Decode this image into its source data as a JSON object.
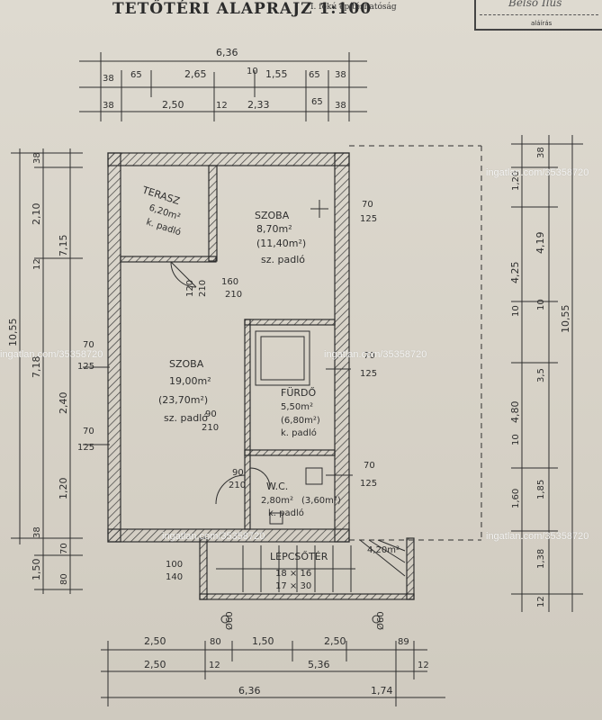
{
  "header": {
    "title": "TETŐTÉRI ALAPRAJZ 1:100",
    "authority": "I. fokú építéshatóság",
    "stamp_label": "aláírás",
    "signature": "Belső Ilus"
  },
  "watermark": "ingatlan.com/35358720",
  "rooms": {
    "terasz": {
      "name": "TERASZ",
      "area": "6,20m²",
      "floor": "k. padló"
    },
    "szoba_small": {
      "name": "SZOBA",
      "area": "8,70m²",
      "area2": "(11,40m²)",
      "floor": "sz. padló"
    },
    "szoba_large": {
      "name": "SZOBA",
      "area": "19,00m²",
      "area2": "(23,70m²)",
      "floor": "sz. padló"
    },
    "furdo": {
      "name": "FÜRDŐ",
      "area": "5,50m²",
      "area2": "(6,80m²)",
      "floor": "k. padló"
    },
    "wc": {
      "name": "W.C.",
      "area": "2,80m²",
      "area2": "(3,60m²)",
      "floor": "k. padló"
    },
    "lepcso": {
      "name": "LÉPCSŐTÉR",
      "steps1": "18 × 16",
      "steps2": "17 × 30",
      "area": "4,20m²"
    }
  },
  "dims": {
    "top_total": "6,36",
    "top_row1": [
      "38",
      "65",
      "2,65",
      "10",
      "1,55",
      "65",
      "38"
    ],
    "top_row2": [
      "38",
      "2,50",
      "12",
      "2,33",
      "65",
      "38"
    ],
    "left_total": "10,55",
    "left_a": [
      "38",
      "2,10",
      "12",
      "7,15"
    ],
    "left_b": [
      "7,18",
      "2,40",
      "1,20",
      "38"
    ],
    "left_c": [
      "1,50",
      "80",
      "70"
    ],
    "right_col1": [
      "38",
      "1,20",
      "4,19",
      "10",
      "3,5",
      "1,85",
      "1,60",
      "1,38",
      "12"
    ],
    "right_col2": [
      "4,25",
      "10",
      "4,80",
      "10"
    ],
    "right_total": "10,55",
    "bottom_row1": [
      "2,50",
      "80",
      "1,50",
      "2,50",
      "89"
    ],
    "bottom_row2": [
      "2,50",
      "12",
      "5,36",
      "12"
    ],
    "bottom_row3": [
      "6,36",
      "1,74"
    ],
    "openings": [
      {
        "w": "70",
        "h": "125"
      },
      {
        "w": "70",
        "h": "125"
      },
      {
        "w": "70",
        "h": "125"
      },
      {
        "w": "70",
        "h": "125"
      },
      {
        "w": "70",
        "h": "125"
      },
      {
        "w": "90",
        "h": "210"
      },
      {
        "w": "90",
        "h": "210"
      },
      {
        "w": "160",
        "h": "210"
      },
      {
        "w": "100",
        "h": "140"
      },
      {
        "w": "120",
        "h": "210"
      }
    ],
    "pillars": [
      "Ø60",
      "Ø60"
    ]
  },
  "colors": {
    "ink": "#2e2e2e",
    "paper": "#dad5ca",
    "wall_hatch": "#3a3a3a"
  }
}
